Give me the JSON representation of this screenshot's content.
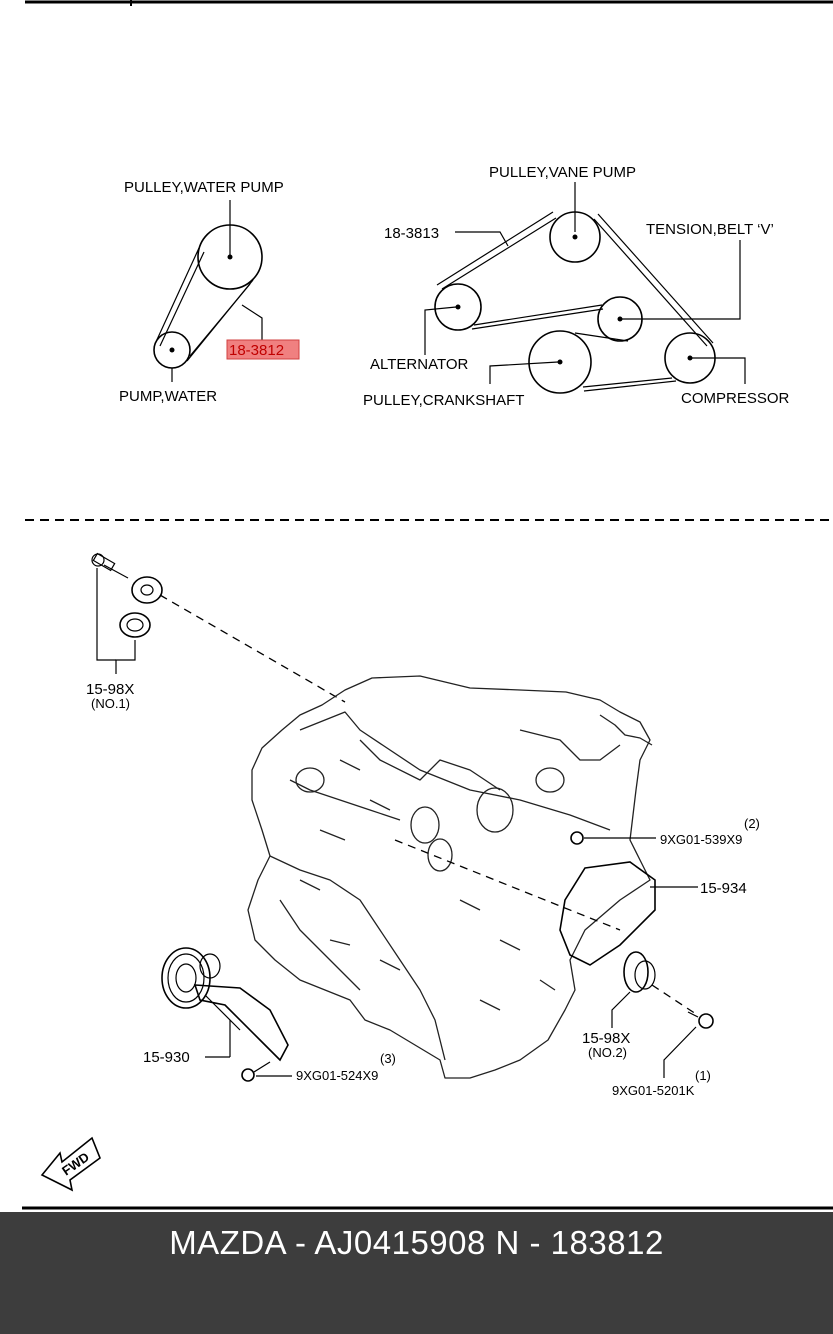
{
  "belt_diagram": {
    "pulley_water_pump": "PULLEY,WATER PUMP",
    "pump_water": "PUMP,WATER",
    "highlight_part": "18-3812",
    "pulley_vane_pump": "PULLEY,VANE PUMP",
    "belt_main": "18-3813",
    "tension_belt": "TENSION,BELT ‘V’",
    "alternator": "ALTERNATOR",
    "pulley_crankshaft": "PULLEY,CRANKSHAFT",
    "compressor": "COMPRESSOR"
  },
  "engine_diagram": {
    "part_1598x_no1": "15-98X",
    "part_1598x_no1_sub": "(NO.1)",
    "bolt_539": "9XG01-539X9",
    "bolt_539_qty": "(2)",
    "part_15934": "15-934",
    "part_15930": "15-930",
    "bolt_524": "9XG01-524X9",
    "bolt_524_qty": "(3)",
    "part_1598x_no2": "15-98X",
    "part_1598x_no2_sub": "(NO.2)",
    "bolt_5201k": "9XG01-5201K",
    "bolt_5201k_qty": "(1)",
    "fwd_label": "FWD"
  },
  "footer": {
    "caption": "MAZDA - AJ0415908   N - 183812"
  },
  "colors": {
    "highlight_fill": "#f08080",
    "highlight_text": "#c00000",
    "footer_bg": "#3d3d3d"
  }
}
